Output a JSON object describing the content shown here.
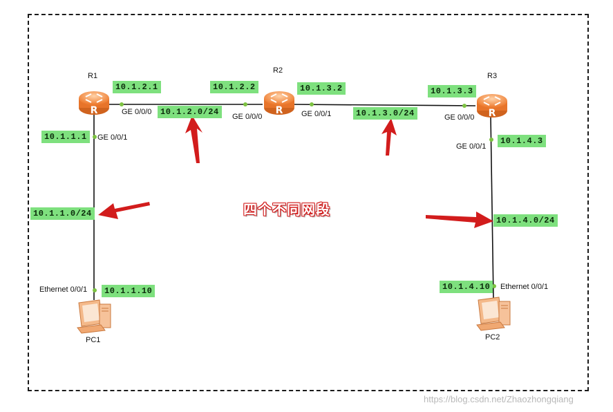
{
  "routers": [
    {
      "name": "R1"
    },
    {
      "name": "R2"
    },
    {
      "name": "R3"
    }
  ],
  "pcs": [
    {
      "name": "PC1"
    },
    {
      "name": "PC2"
    }
  ],
  "ports": {
    "r1_ge000": "GE 0/0/0",
    "r1_ge001": "GE 0/0/1",
    "r2_ge000": "GE 0/0/0",
    "r2_ge001": "GE 0/0/1",
    "r3_ge000": "GE 0/0/0",
    "r3_ge001": "GE 0/0/1",
    "pc1_eth": "Ethernet 0/0/1",
    "pc2_eth": "Ethernet 0/0/1"
  },
  "addresses": {
    "r1_ge000": "10.1.2.1",
    "r1_ge001": "10.1.1.1",
    "r2_ge000": "10.1.2.2",
    "r2_ge001": "10.1.3.2",
    "r3_ge000": "10.1.3.3",
    "r3_ge001": "10.1.4.3",
    "pc1": "10.1.1.10",
    "pc2": "10.1.4.10"
  },
  "networks": {
    "r1_r2": "10.1.2.0/24",
    "r2_r3": "10.1.3.0/24",
    "r1_pc1": "10.1.1.0/24",
    "r3_pc2": "10.1.4.0/24"
  },
  "annotation": "四个不同网段",
  "watermark": "https://blog.csdn.net/Zhaozhongqiang",
  "colors": {
    "ip_label_bg": "#7ee07e",
    "arrow": "#d21c1c",
    "router": "#f08a3c",
    "link": "#111111",
    "port_dot": "#7dc242"
  }
}
